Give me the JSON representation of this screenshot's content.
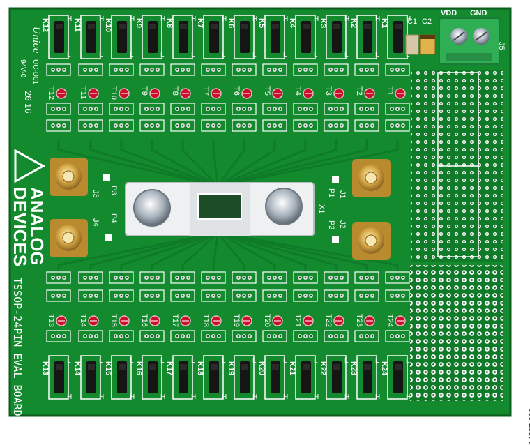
{
  "board": {
    "name_line": "TSSOP-24PIN EVAL BOARD",
    "logo_line1": "ANALOG",
    "logo_line2": "DEVICES",
    "maker_mark": "Unice",
    "maker_code": "UC-D01",
    "rating": "94V-0",
    "date_code": "26 16",
    "figure_id": "14927-001"
  },
  "power": {
    "vdd_label": "VDD",
    "gnd_label": "GND",
    "terminal_label": "J5"
  },
  "caps": [
    "C1",
    "C2"
  ],
  "top_jumpers": [
    "K12",
    "K11",
    "K10",
    "K9",
    "K8",
    "K7",
    "K6",
    "K5",
    "K4",
    "K3",
    "K2",
    "K1"
  ],
  "top_testpoints": [
    "T12",
    "T11",
    "T10",
    "T9",
    "T8",
    "T7",
    "T6",
    "T5",
    "T4",
    "T3",
    "T2",
    "T1"
  ],
  "bottom_jumpers": [
    "K13",
    "K14",
    "K15",
    "K16",
    "K17",
    "K18",
    "K19",
    "K20",
    "K21",
    "K22",
    "K23",
    "K24"
  ],
  "bottom_testpoints": [
    "T13",
    "T14",
    "T15",
    "T16",
    "T17",
    "T18",
    "T19",
    "T20",
    "T21",
    "T22",
    "T23",
    "T24"
  ],
  "connectors": {
    "left": [
      "J3",
      "J4"
    ],
    "right": [
      "J1",
      "J2"
    ]
  },
  "pins": [
    "P3",
    "P4",
    "P1",
    "P2"
  ],
  "socket_label": "X1",
  "jumper_ends": {
    "high": "H",
    "low": "L"
  },
  "colors": {
    "pcb": "#138a2e",
    "silkscreen": "#ffffff",
    "gold": "#c9a043",
    "testpoint": "#c8102e",
    "terminal": "#2fae54"
  }
}
